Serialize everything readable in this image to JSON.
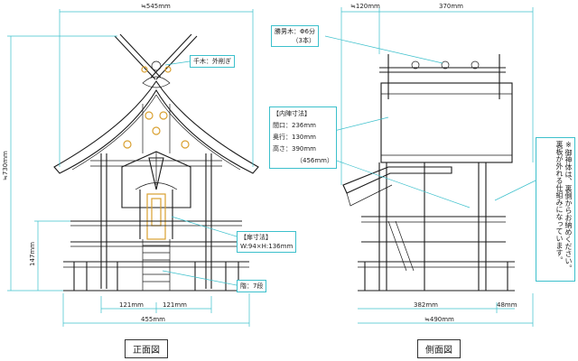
{
  "front": {
    "caption": "正面図",
    "dims": {
      "top_width": "≒545mm",
      "height": "≒730mm",
      "base_height": "147mm",
      "step_left": "121mm",
      "step_right": "121mm",
      "base_width": "455mm"
    },
    "labels": {
      "chigi": "千木：外削ぎ",
      "door_title": "【扉寸法】",
      "door_size": "W:94×H:136mm",
      "stairs": "階：7段"
    }
  },
  "side": {
    "caption": "側面図",
    "dims": {
      "top_left": "≒120mm",
      "top_right": "370mm",
      "base_inner": "382mm",
      "base_right": "48mm",
      "base_total": "≒490mm"
    },
    "labels": {
      "katsuogi_line1": "勝男木：Φ6分",
      "katsuogi_line2": "（3本）",
      "inner_title": "【内陣寸法】",
      "inner_width": "間口：236mm",
      "inner_depth": "奥行：130mm",
      "inner_height": "高さ：390mm",
      "inner_height_alt": "（456mm）",
      "note": "※御神体は、裏側からお納めください。裏板が外れる仕組みになっています。"
    }
  }
}
